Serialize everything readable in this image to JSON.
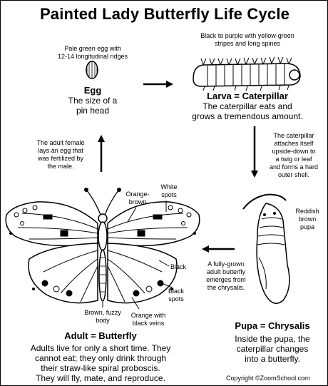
{
  "title": "Painted Lady Butterfly Life Cycle",
  "egg": {
    "note_line1": "Pale green egg with",
    "note_line2": "12-14 longitudinal ridges",
    "title": "Egg",
    "desc_line1": "The size of a",
    "desc_line2": "pin head"
  },
  "larva": {
    "note_line1": "Black to purple with yellow-green",
    "note_line2": "stripes and long spines",
    "title": "Larva = Caterpillar",
    "desc_line1": "The caterpillar eats and",
    "desc_line2": "grows a tremendous amount."
  },
  "attach_note": {
    "line1": "The caterpillar",
    "line2": "attaches itself",
    "line3": "upside-down to",
    "line4": "a twig or leaf",
    "line5": "and forms a hard",
    "line6": "outer shell."
  },
  "pupa": {
    "color_line1": "Reddish",
    "color_line2": "brown",
    "color_line3": "pupa",
    "title": "Pupa = Chrysalis",
    "desc_line1": "Inside the pupa, the",
    "desc_line2": "caterpillar changes",
    "desc_line3": "into a butterfly."
  },
  "emerge_note": {
    "line1": "A fully-grown",
    "line2": "adult butterfly",
    "line3": "emerges from",
    "line4": "the chrysalis."
  },
  "female_note": {
    "line1": "The adult female",
    "line2": "lays an egg that",
    "line3": "was fertilized by",
    "line4": "the male."
  },
  "butterfly_labels": {
    "orange_brown_1": "Orange-",
    "orange_brown_2": "brown",
    "white_spots_1": "White",
    "white_spots_2": "spots",
    "black": "Black",
    "black_spots_1": "Black",
    "black_spots_2": "spots",
    "body_1": "Brown, fuzzy",
    "body_2": "body",
    "veins_1": "Orange with",
    "veins_2": "black veins"
  },
  "adult": {
    "title": "Adult = Butterfly",
    "desc_line1": "Adults live for only a short time.  They",
    "desc_line2": "cannot eat; they only drink through",
    "desc_line3": "their straw-like spiral proboscis.",
    "desc_line4": "They will fly, mate, and reproduce."
  },
  "copyright": "Copyright ©ZoomSchool.com"
}
